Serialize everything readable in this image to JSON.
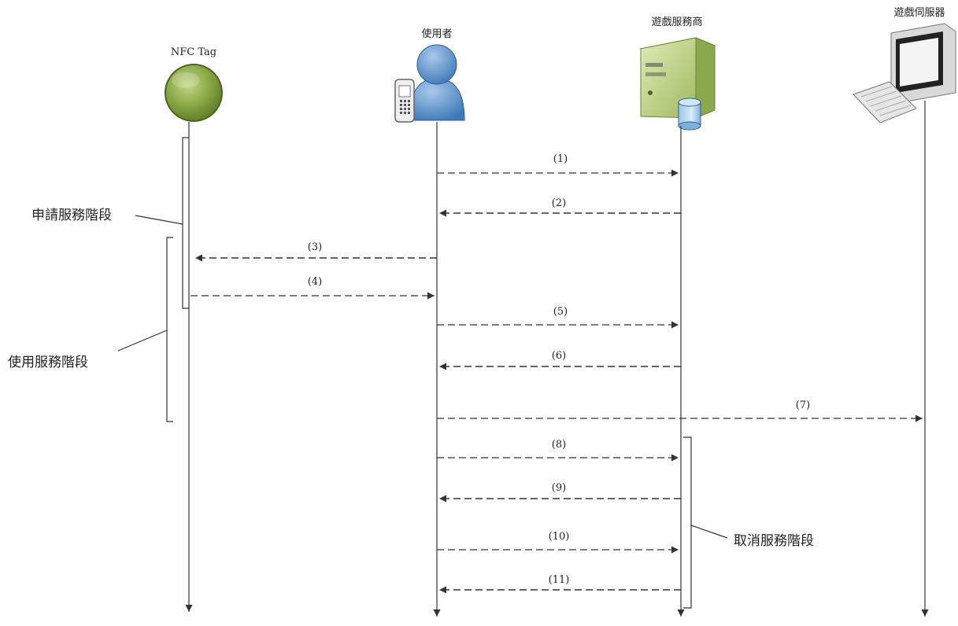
{
  "actors": [
    {
      "id": "nfc",
      "label": "NFC Tag",
      "icon": "nfc-tag-icon"
    },
    {
      "id": "user",
      "label": "使用者",
      "icon": "user-with-phone-icon"
    },
    {
      "id": "provider",
      "label": "遊戲服務商",
      "icon": "server-with-database-icon"
    },
    {
      "id": "server",
      "label": "遊戲伺服器",
      "icon": "computer-monitor-icon"
    }
  ],
  "messages": [
    {
      "label": "(1)",
      "from": "user",
      "to": "provider"
    },
    {
      "label": "(2)",
      "from": "provider",
      "to": "user"
    },
    {
      "label": "(3)",
      "from": "user",
      "to": "nfc"
    },
    {
      "label": "(4)",
      "from": "nfc",
      "to": "user"
    },
    {
      "label": "(5)",
      "from": "user",
      "to": "provider"
    },
    {
      "label": "(6)",
      "from": "provider",
      "to": "user"
    },
    {
      "label": "(7)",
      "from": "user",
      "to": "server"
    },
    {
      "label": "(8)",
      "from": "user",
      "to": "provider"
    },
    {
      "label": "(9)",
      "from": "provider",
      "to": "user"
    },
    {
      "label": "(10)",
      "from": "user",
      "to": "provider"
    },
    {
      "label": "(11)",
      "from": "provider",
      "to": "user"
    }
  ],
  "phases": [
    {
      "id": "apply",
      "label": "申請服務階段"
    },
    {
      "id": "use",
      "label": "使用服務階段"
    },
    {
      "id": "cancel",
      "label": "取消服務階段"
    }
  ],
  "colors": {
    "line": "#333333",
    "nfc_green": "#7d9b3b",
    "user_blue": "#5b8fc9",
    "server_green": "#bcd38a"
  }
}
